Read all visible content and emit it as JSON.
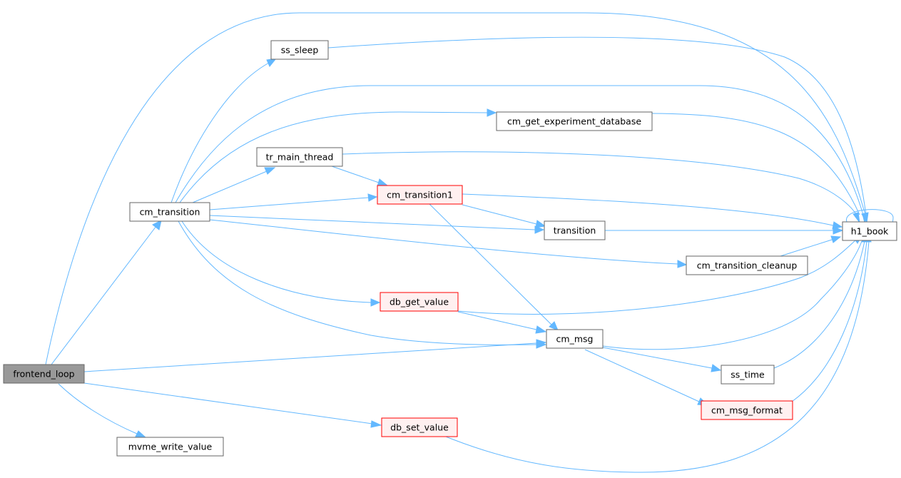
{
  "colors": {
    "edge": "#63b8ff",
    "root_fill": "#999999",
    "root_stroke": "#666666",
    "normal_fill": "#ffffff",
    "normal_stroke": "#666666",
    "truncated_fill": "#fff0f0",
    "truncated_stroke": "#ff0000"
  },
  "nodes": {
    "frontend_loop": "frontend_loop",
    "cm_transition": "cm_transition",
    "mvme_write_value": "mvme_write_value",
    "ss_sleep": "ss_sleep",
    "cm_get_experiment_database": "cm_get_experiment_database",
    "tr_main_thread": "tr_main_thread",
    "cm_transition1": "cm_transition1",
    "transition": "transition",
    "cm_transition_cleanup": "cm_transition_cleanup",
    "db_get_value": "db_get_value",
    "cm_msg": "cm_msg",
    "ss_time": "ss_time",
    "cm_msg_format": "cm_msg_format",
    "db_set_value": "db_set_value",
    "h1_book": "h1_book"
  }
}
